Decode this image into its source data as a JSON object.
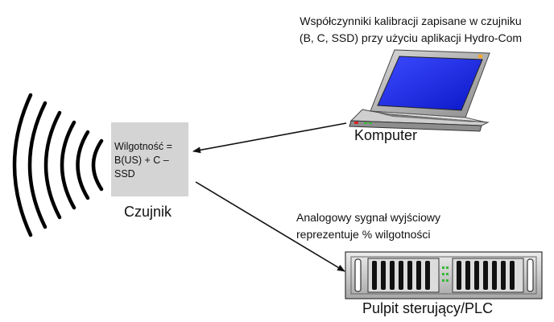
{
  "laptop_caption": {
    "line1": "Współczynniki kalibracji zapisane w czujniku",
    "line2": "(B, C, SSD) przy użyciu aplikacji Hydro-Com"
  },
  "computer_label": "Komputer",
  "sensor": {
    "label": "Czujnik",
    "formula_line1": "Wilgotność =",
    "formula_line2": "B(US) + C –",
    "formula_line3": "SSD"
  },
  "analog_caption": {
    "line1": "Analogowy sygnał wyjściowy",
    "line2": "reprezentuje % wilgotności"
  },
  "plc_label": "Pulpit sterujący/PLC"
}
